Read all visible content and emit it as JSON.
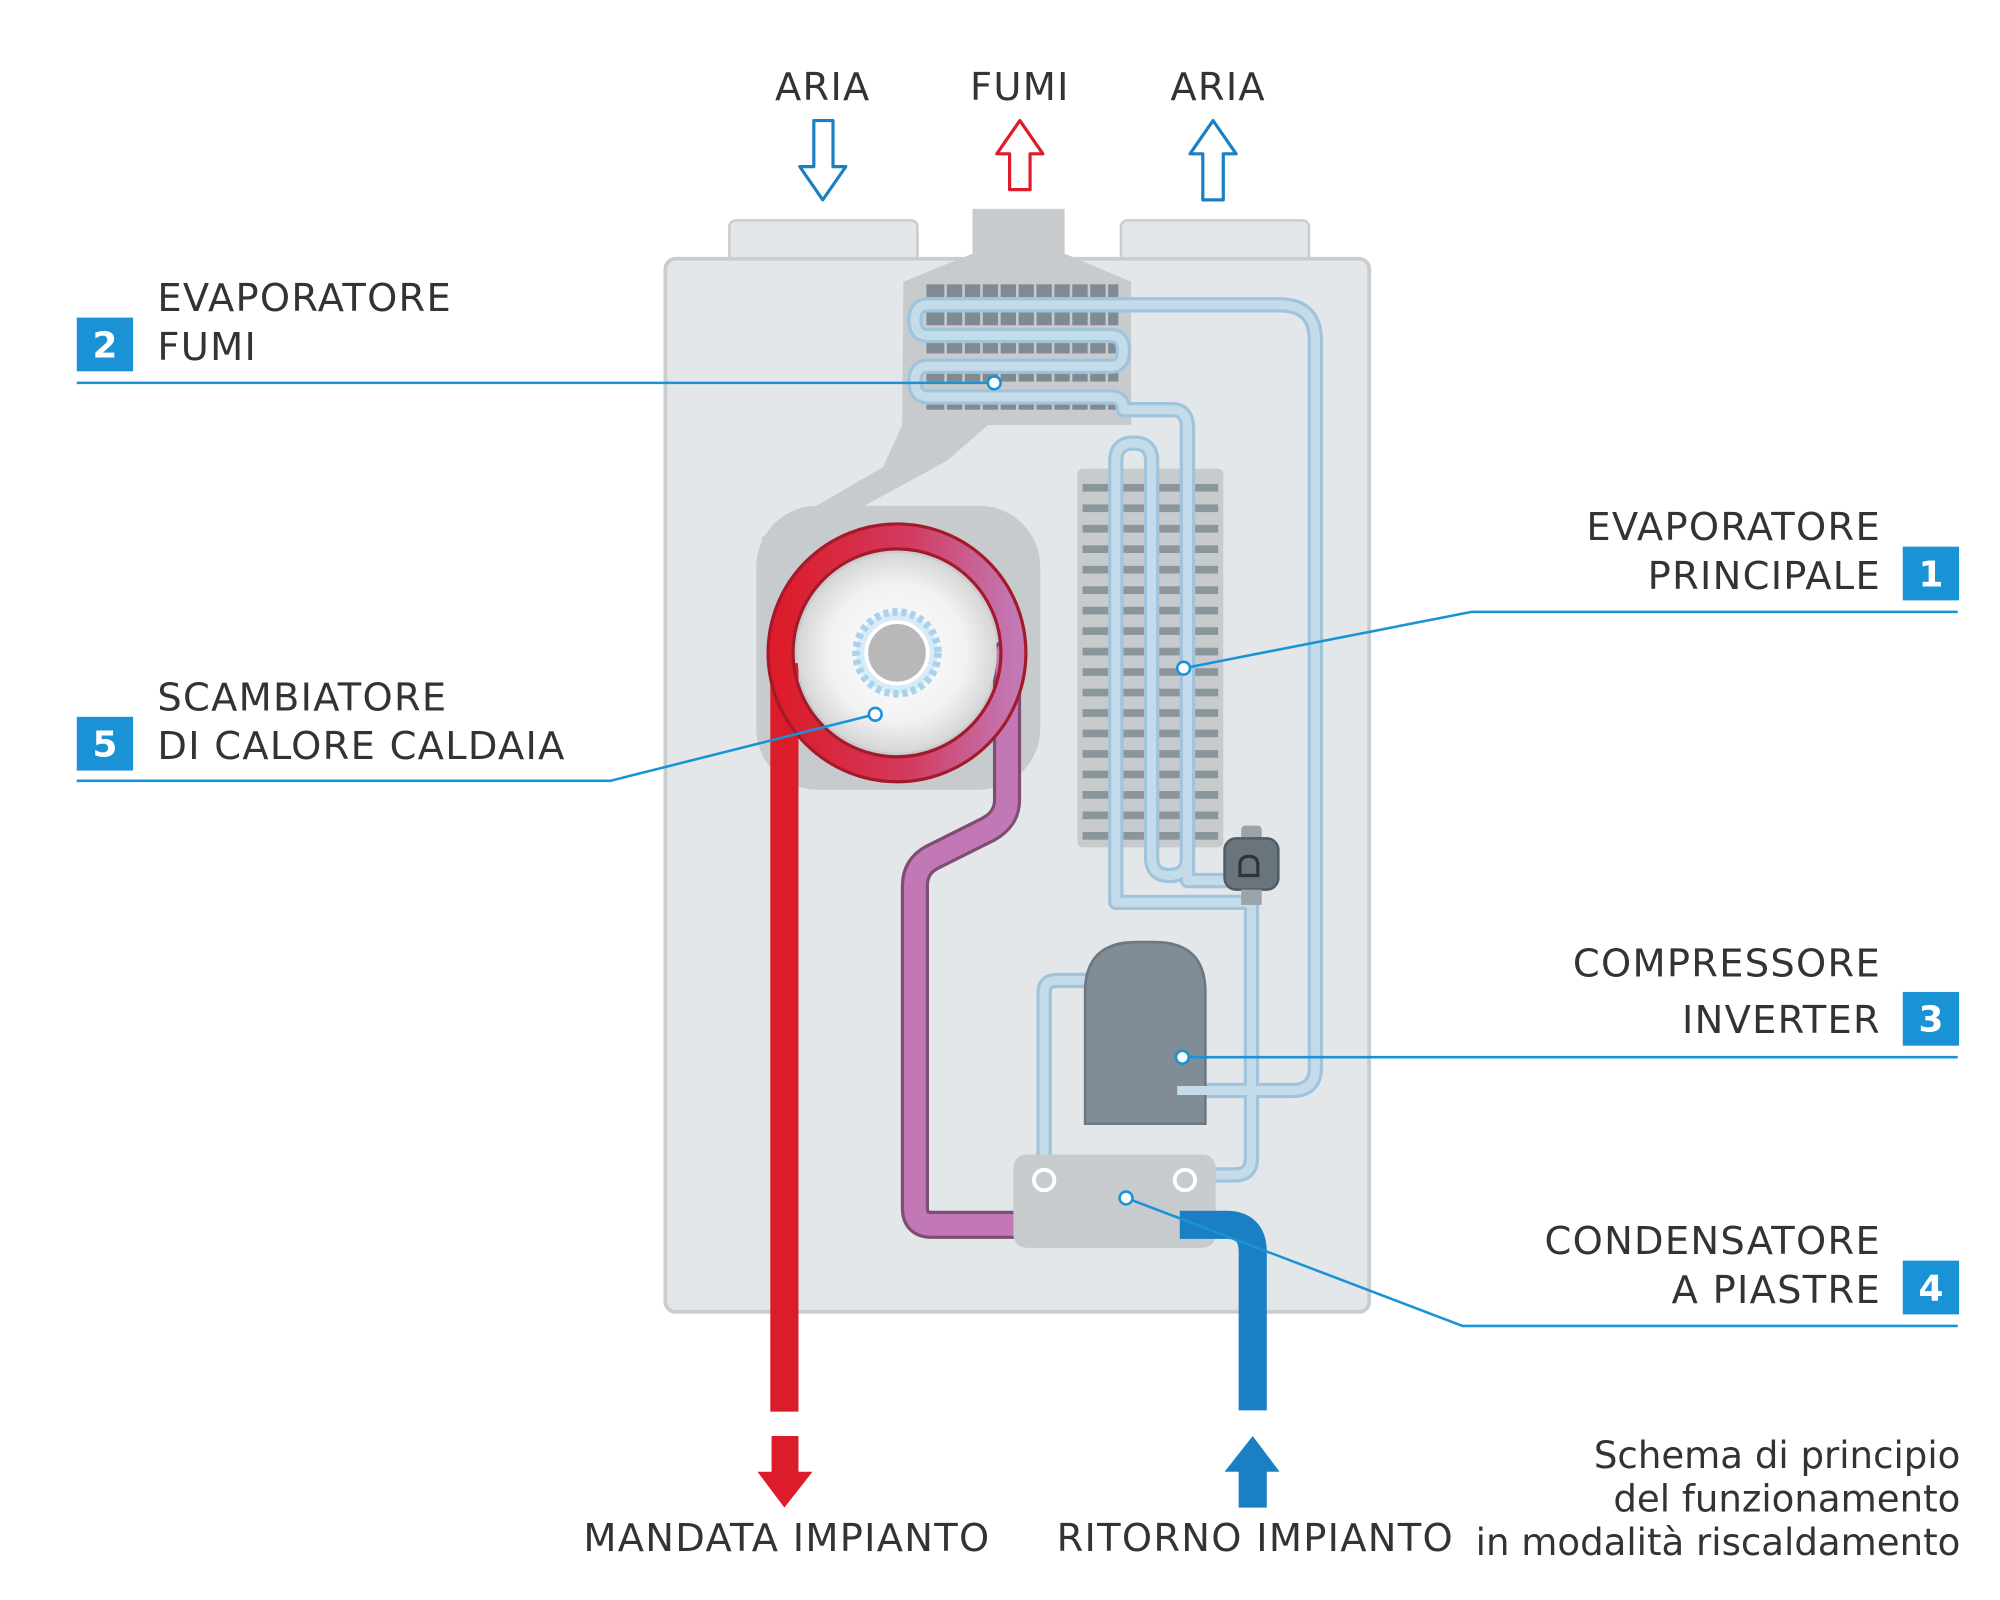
{
  "top_labels": {
    "air_in": "ARIA",
    "flue": "FUMI",
    "air_out": "ARIA"
  },
  "components": [
    {
      "number": "2",
      "line1": "EVAPORATORE",
      "line2": "FUMI"
    },
    {
      "number": "1",
      "line1": "EVAPORATORE",
      "line2": "PRINCIPALE"
    },
    {
      "number": "5",
      "line1": "SCAMBIATORE",
      "line2": "DI CALORE CALDAIA"
    },
    {
      "number": "3",
      "line1": "COMPRESSORE",
      "line2": "INVERTER"
    },
    {
      "number": "4",
      "line1": "CONDENSATORE",
      "line2": "A PIASTRE"
    }
  ],
  "bottom_labels": {
    "supply": "MANDATA IMPIANTO",
    "return": "RITORNO IMPIANTO"
  },
  "note": [
    "Schema di principio",
    "del funzionamento",
    "in modalità riscaldamento"
  ],
  "colors": {
    "badge": "#1a93d6",
    "leader": "#1a93d6",
    "hot_pipe": "#dc1c2a",
    "warm_pipe": "#c278b4",
    "return_pipe": "#1b7fc4",
    "refrigerant_pipe": "#c4dbea",
    "housing": "#e4e7ea",
    "component_gray": "#c8cbcd",
    "compressor": "#818d96"
  }
}
